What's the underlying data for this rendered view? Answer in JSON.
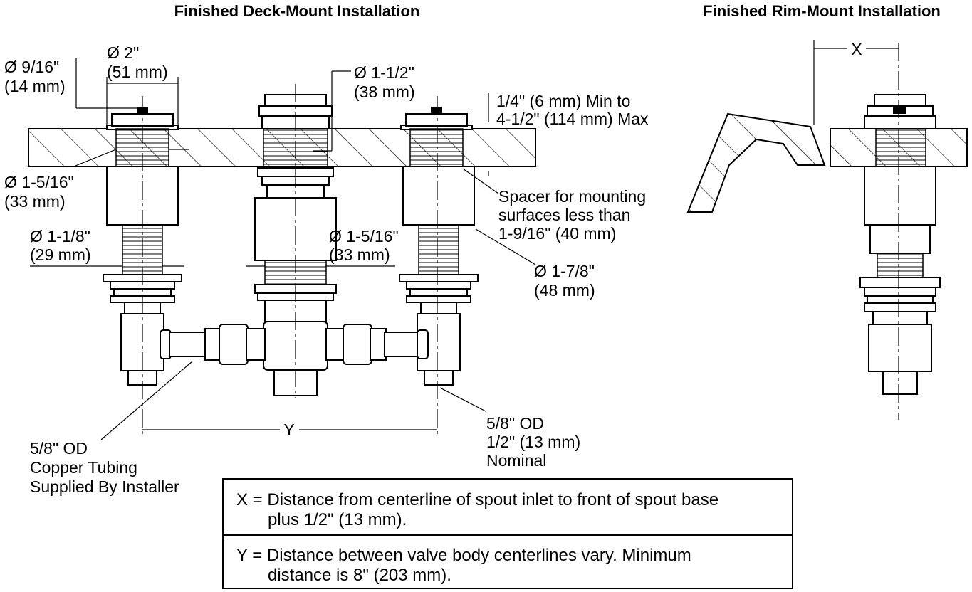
{
  "titles": {
    "deck": "Finished Deck-Mount Installation",
    "rim": "Finished Rim-Mount Installation"
  },
  "dimensions": {
    "hole_9_16": [
      "Ø 9/16\"",
      "(14 mm)"
    ],
    "dia_2": [
      "Ø 2\"",
      "(51 mm)"
    ],
    "dia_1_1_2": [
      "Ø 1-1/2\"",
      "(38 mm)"
    ],
    "thickness": [
      "1/4\" (6 mm) Min to",
      "4-1/2\" (114 mm) Max"
    ],
    "dia_1_5_16_left": [
      "Ø 1-5/16\"",
      "(33 mm)"
    ],
    "spacer": [
      "Spacer for mounting",
      "surfaces less than",
      "1-9/16\" (40 mm)"
    ],
    "dia_1_1_8": [
      "Ø 1-1/8\"",
      "(29 mm)"
    ],
    "dia_1_5_16_center": [
      "Ø 1-5/16\"",
      "(33 mm)"
    ],
    "dia_1_7_8": [
      "Ø 1-7/8\"",
      "(48 mm)"
    ],
    "copper_tubing": [
      "5/8\" OD",
      "Copper Tubing",
      "Supplied By Installer"
    ],
    "od_nominal": [
      "5/8\" OD",
      "1/2\" (13 mm)",
      "Nominal"
    ],
    "y_label": "Y",
    "x_label": "X"
  },
  "notes": {
    "x": [
      "X = Distance from centerline of spout  inlet to front of spout base",
      "plus 1/2\" (13 mm)."
    ],
    "y": [
      "Y = Distance between valve body centerlines vary. Minimum",
      "distance is 8\" (203 mm)."
    ]
  }
}
